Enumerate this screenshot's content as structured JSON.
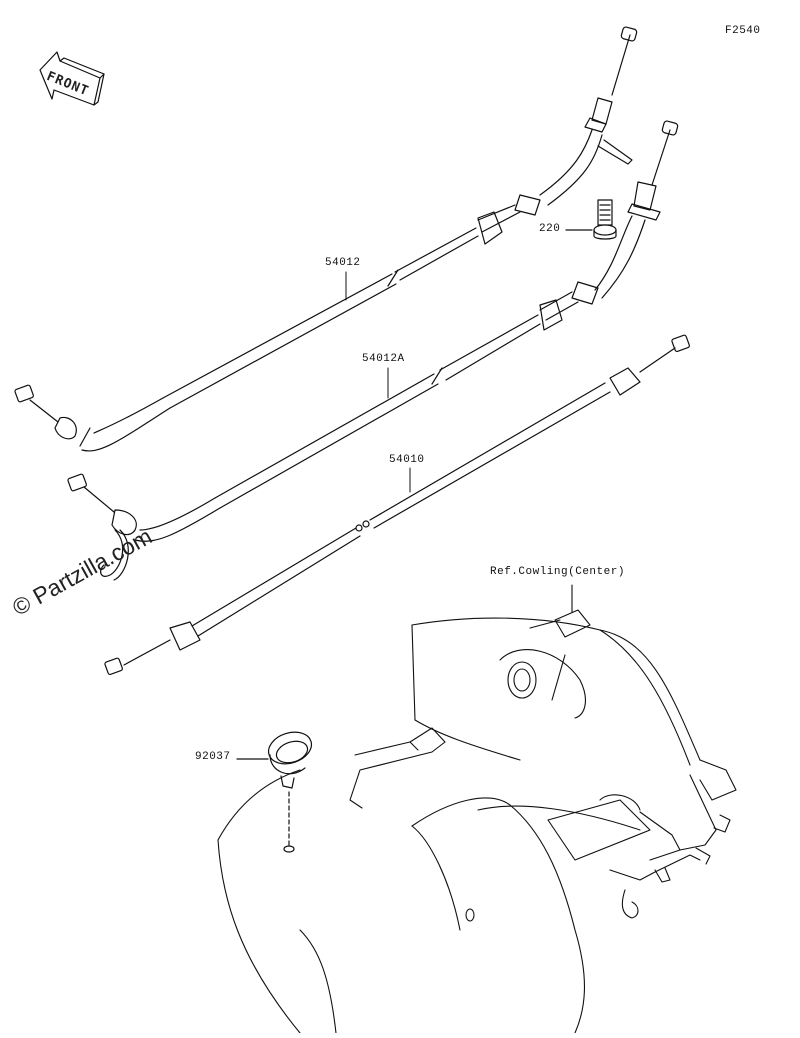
{
  "figure_code": "F2540",
  "watermark": "© Partzilla.com",
  "front_arrow_label": "FRONT",
  "callouts": {
    "throttle_cable_open": "54012",
    "throttle_cable_close": "54012A",
    "clutch_cable": "54010",
    "bolt": "220",
    "clamp": "92037",
    "reference": "Ref.Cowling(Center)"
  }
}
